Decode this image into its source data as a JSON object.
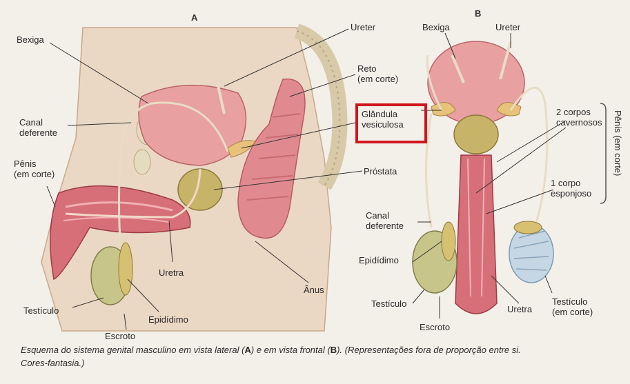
{
  "panels": {
    "a": "A",
    "b": "B"
  },
  "labels_a": {
    "bexiga": "Bexiga",
    "ureter": "Ureter",
    "reto": "Reto\n(em corte)",
    "canal": "Canal\ndeferente",
    "penis": "Pênis\n(em corte)",
    "glandula": "Glândula\nvesiculosa",
    "prostata": "Próstata",
    "uretra": "Uretra",
    "anus": "Ânus",
    "testiculo": "Testículo",
    "epididimo": "Epidídimo",
    "escroto": "Escroto"
  },
  "labels_b": {
    "bexiga": "Bexiga",
    "ureter": "Ureter",
    "corpos_cav": "2 corpos\ncavernosos",
    "corpo_esp": "1 corpo\nesponjoso",
    "penis_em_corte": "Pênis (em corte)",
    "canal": "Canal\ndeferente",
    "epididimo": "Epidídimo",
    "testiculo": "Testículo",
    "escroto": "Escroto",
    "uretra": "Uretra",
    "testiculo_corte": "Testículo\n(em corte)"
  },
  "caption": {
    "part1": "Esquema do sistema genital masculino em vista lateral (",
    "a": "A",
    "part2": ") e em vista frontal (",
    "b": "B",
    "part3": "). (Representações fora de proporção entre si. Cores-fantasia.)"
  },
  "colors": {
    "highlight": "#d0161d",
    "background": "#f3efe9"
  }
}
